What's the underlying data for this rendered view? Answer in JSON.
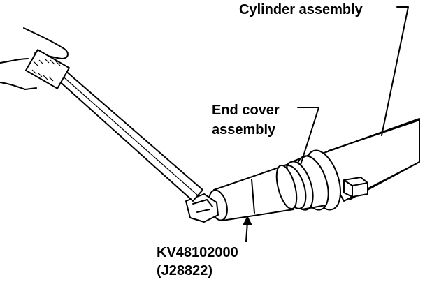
{
  "labels": {
    "cylinder": "Cylinder assembly",
    "end_cover_line1": "End cover",
    "end_cover_line2": "assembly",
    "tool_number": "KV48102000",
    "tool_alt_number": "(J28822)"
  }
}
